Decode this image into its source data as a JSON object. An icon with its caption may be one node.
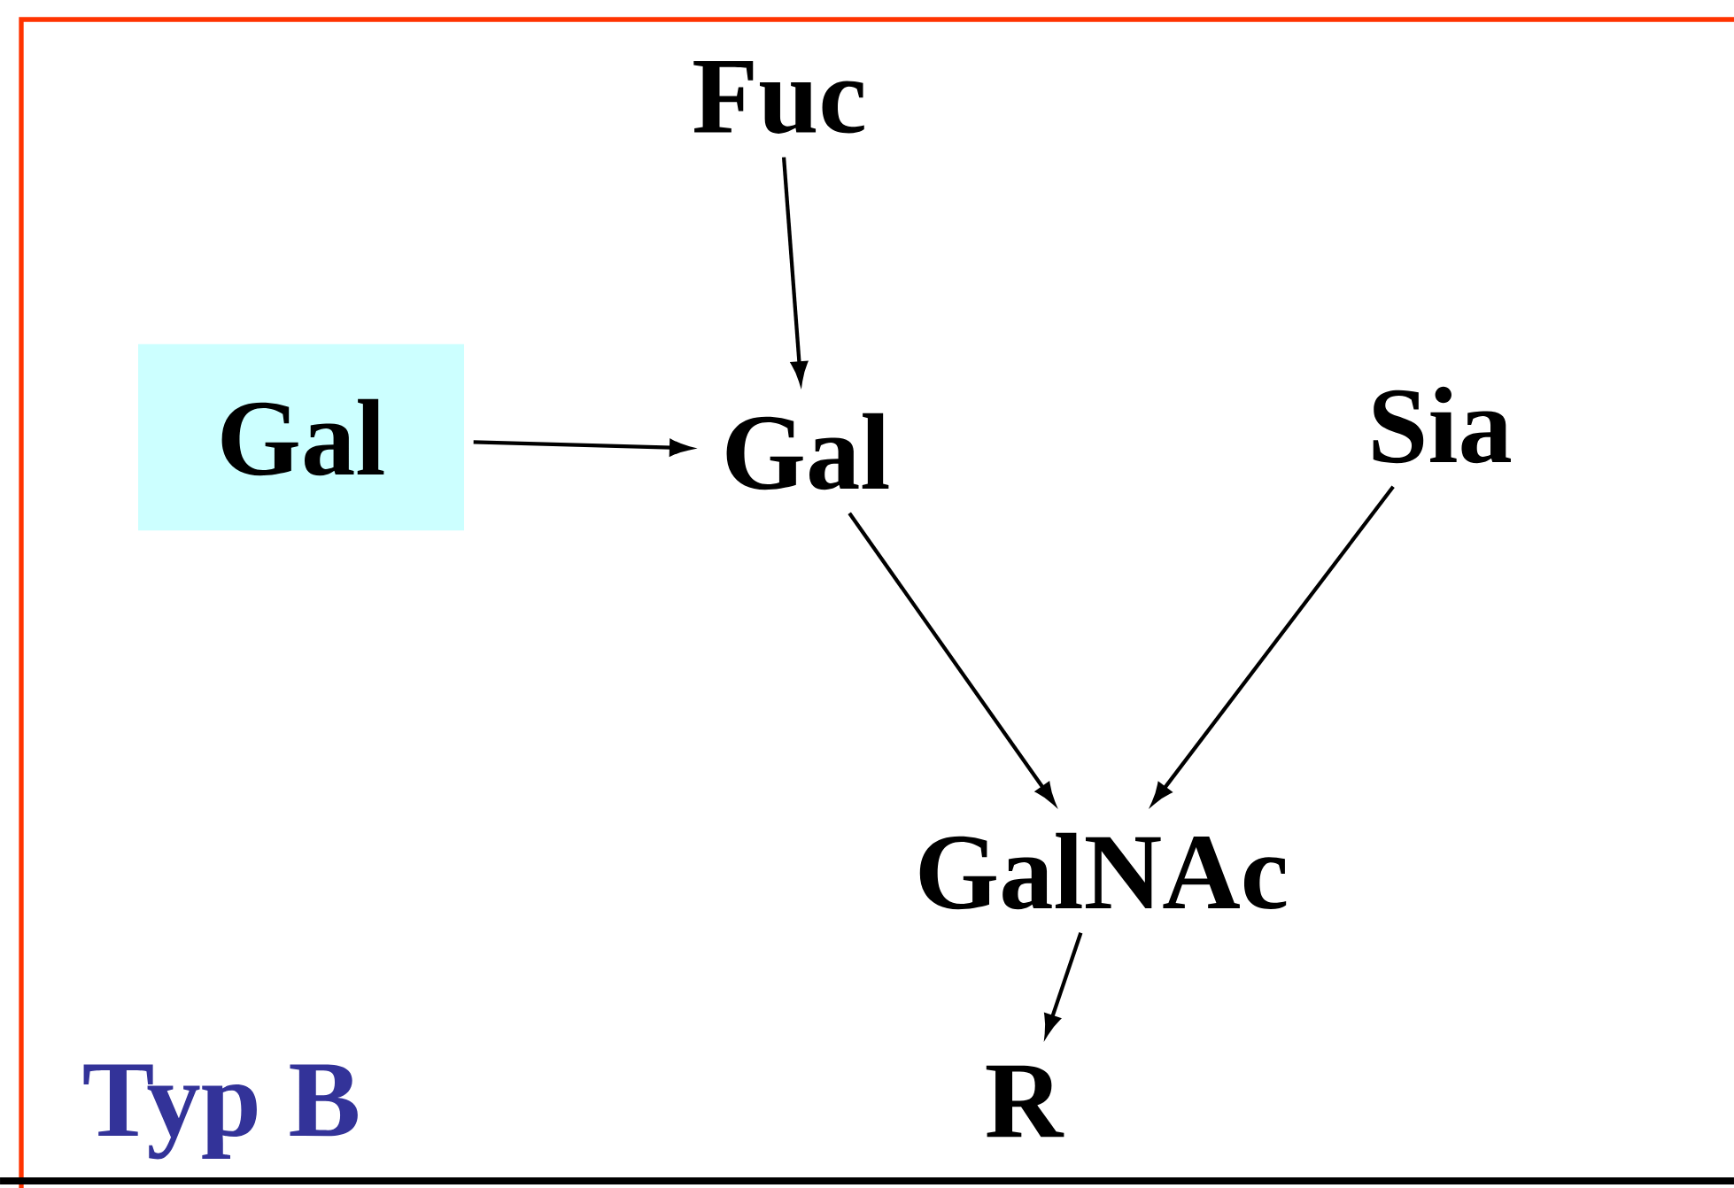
{
  "diagram": {
    "nodes": [
      {
        "text": [
          "Fuc"
        ]
      },
      {
        "text": [
          "Gal"
        ]
      },
      {
        "text": [
          "Gal"
        ]
      },
      {
        "text": [
          "Sia"
        ]
      },
      {
        "text": [
          "GalNAc"
        ]
      },
      {
        "text": [
          "R"
        ]
      }
    ],
    "edges": [
      {
        "from": 0,
        "to": 2,
        "arrow": "to"
      },
      {
        "from": 1,
        "to": 2,
        "arrow": "to"
      },
      {
        "from": 2,
        "to": 4,
        "arrow": "to"
      },
      {
        "from": 3,
        "to": 4,
        "arrow": "to"
      },
      {
        "from": 4,
        "to": 5,
        "arrow": "to"
      }
    ],
    "labels": [
      "Typ B"
    ]
  }
}
